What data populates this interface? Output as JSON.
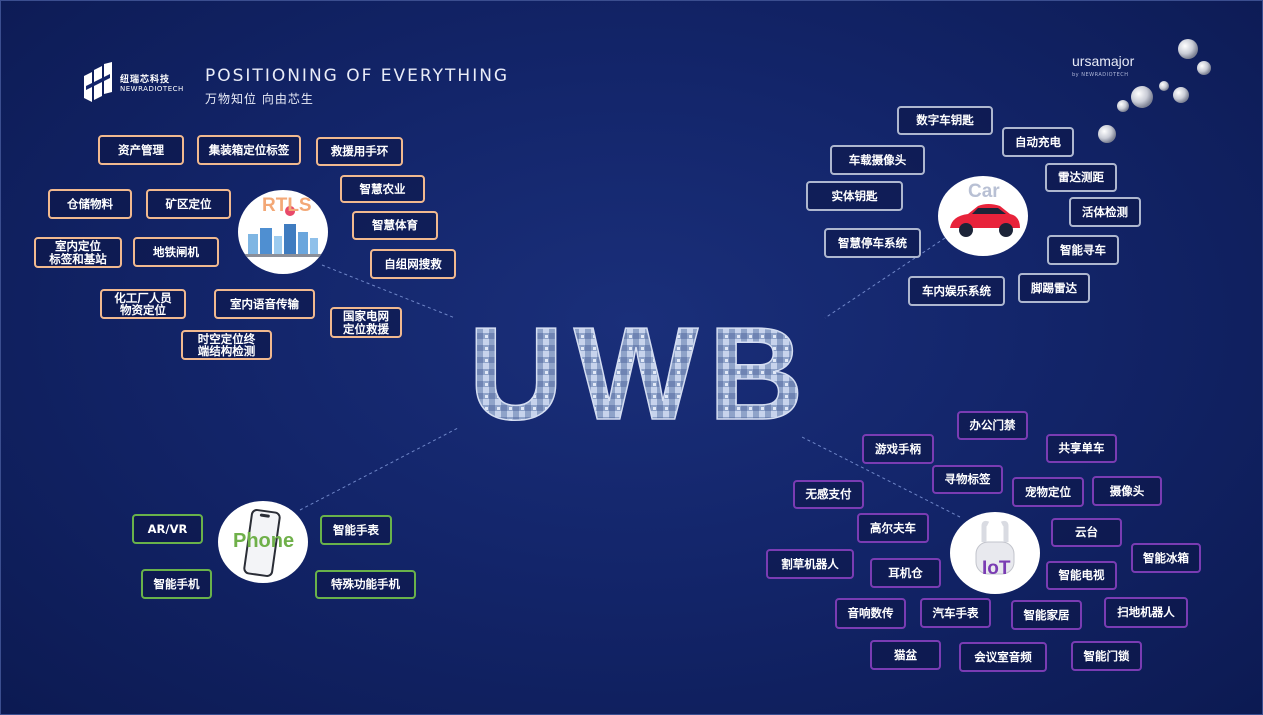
{
  "brand": {
    "name_cn": "纽瑞芯科技",
    "name_en": "NEWRADIOTECH",
    "headline": "POSITIONING OF EVERYTHING",
    "subline": "万物知位 向由芯生",
    "partner": "ursamajor",
    "partner_sub": "by NEWRADIOTECH"
  },
  "center": {
    "label": "UWB"
  },
  "hubs": {
    "rtls": {
      "label": "RTLS",
      "color": "#f3a877"
    },
    "car": {
      "label": "Car",
      "color": "#b8c0d4"
    },
    "phone": {
      "label": "Phone",
      "color": "#6fb04a"
    },
    "iot": {
      "label": "IoT",
      "color": "#7a3cb3"
    }
  },
  "rtls_tags": [
    "资产管理",
    "集装箱定位标签",
    "救援用手环",
    "智慧农业",
    "仓储物料",
    "矿区定位",
    "智慧体育",
    "室内定位\n标签和基站",
    "地铁闸机",
    "自组网搜救",
    "化工厂人员\n物资定位",
    "室内语音传输",
    "国家电网\n定位救援",
    "时空定位终\n端结构检测"
  ],
  "car_tags": [
    "数字车钥匙",
    "自动充电",
    "车载摄像头",
    "雷达测距",
    "实体钥匙",
    "活体检测",
    "智慧停车系统",
    "智能寻车",
    "车内娱乐系统",
    "脚踢雷达"
  ],
  "phone_tags": [
    "AR/VR",
    "智能手表",
    "智能手机",
    "特殊功能手机"
  ],
  "iot_tags": [
    "办公门禁",
    "游戏手柄",
    "共享单车",
    "寻物标签",
    "宠物定位",
    "摄像头",
    "无感支付",
    "高尔夫车",
    "云台",
    "割草机器人",
    "耳机仓",
    "智能冰箱",
    "智能电视",
    "音响数传",
    "汽车手表",
    "智能家居",
    "扫地机器人",
    "猫盆",
    "会议室音频",
    "智能门锁"
  ],
  "colors": {
    "background": "#13256a",
    "rtls_border": "#f1b98f",
    "car_border": "#aeb7cf",
    "phone_border": "#69b24a",
    "iot_border": "#7a3cb3"
  }
}
